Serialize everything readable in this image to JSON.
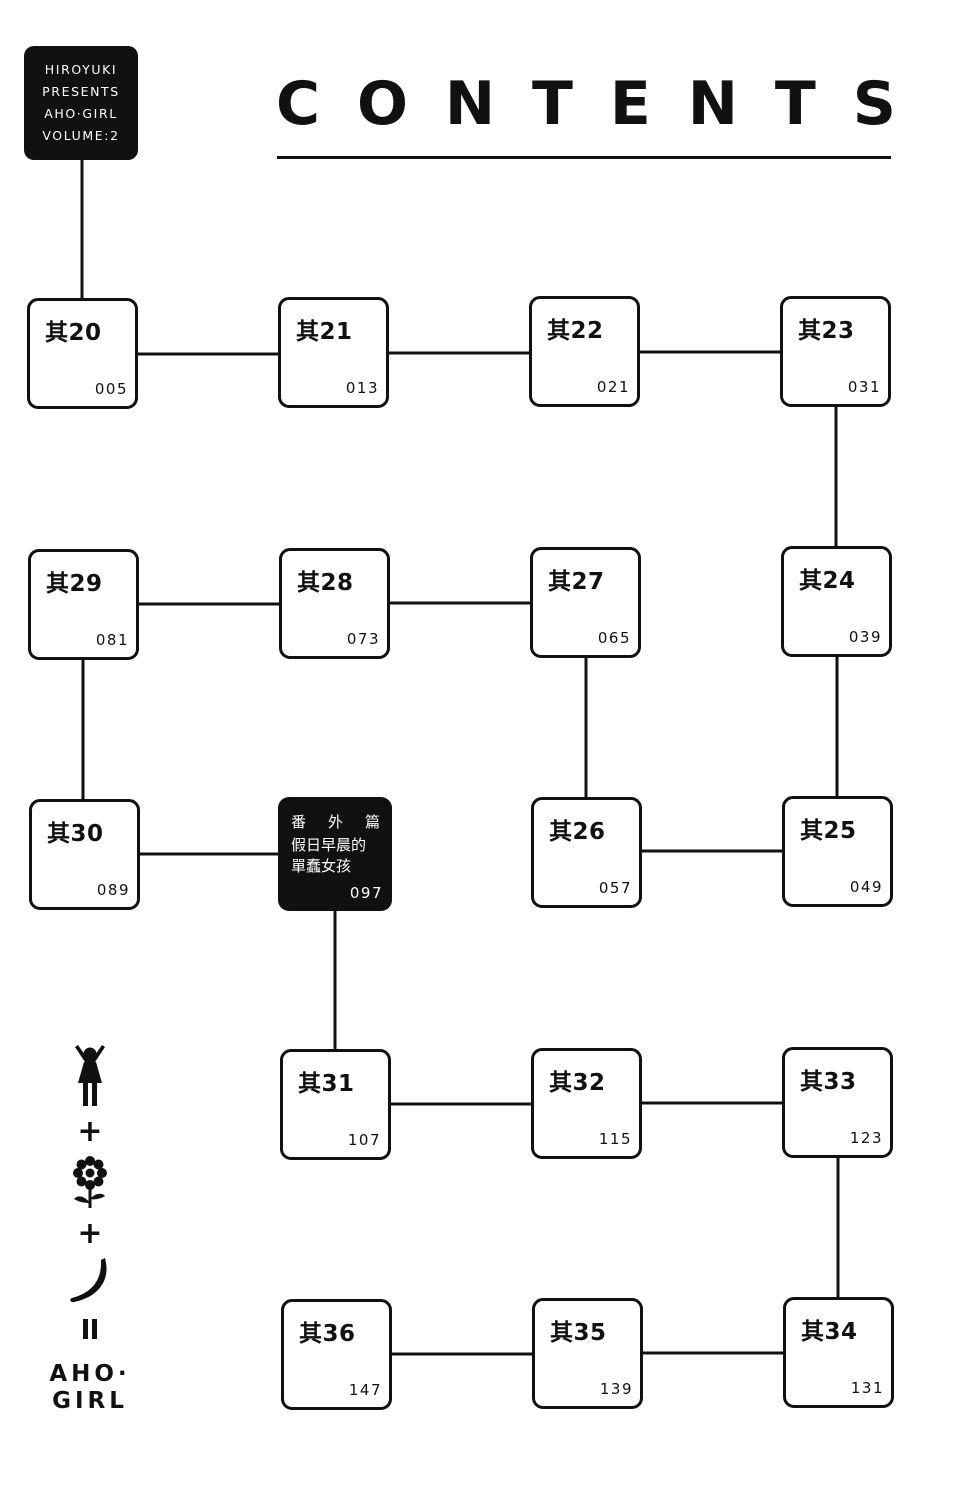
{
  "tag": {
    "lines": [
      "HIROYUKI",
      "PRESENTS",
      "AHO·GIRL",
      "VOLUME:2"
    ]
  },
  "title": {
    "letters": [
      "C",
      "O",
      "N",
      "T",
      "E",
      "N",
      "T",
      "S"
    ]
  },
  "chapters": {
    "c20": {
      "label": "其20",
      "page": "005"
    },
    "c21": {
      "label": "其21",
      "page": "013"
    },
    "c22": {
      "label": "其22",
      "page": "021"
    },
    "c23": {
      "label": "其23",
      "page": "031"
    },
    "c24": {
      "label": "其24",
      "page": "039"
    },
    "c25": {
      "label": "其25",
      "page": "049"
    },
    "c26": {
      "label": "其26",
      "page": "057"
    },
    "c27": {
      "label": "其27",
      "page": "065"
    },
    "c28": {
      "label": "其28",
      "page": "073"
    },
    "c29": {
      "label": "其29",
      "page": "081"
    },
    "c30": {
      "label": "其30",
      "page": "089"
    },
    "c31": {
      "label": "其31",
      "page": "107"
    },
    "c32": {
      "label": "其32",
      "page": "115"
    },
    "c33": {
      "label": "其33",
      "page": "123"
    },
    "c34": {
      "label": "其34",
      "page": "131"
    },
    "c35": {
      "label": "其35",
      "page": "139"
    },
    "c36": {
      "label": "其36",
      "page": "147"
    }
  },
  "extra": {
    "line1": [
      "番",
      "外",
      "篇"
    ],
    "line2": "假日早晨的",
    "line3": "單蠢女孩",
    "page": "097"
  },
  "formula": {
    "icons": [
      "girl-icon",
      "plus-icon",
      "sunflower-icon",
      "plus-icon",
      "banana-icon",
      "equals-icon"
    ],
    "plus": "+",
    "logo_line1": "AHO·",
    "logo_line2": "GIRL"
  },
  "colors": {
    "ink": "#111111",
    "paper": "#ffffff"
  }
}
